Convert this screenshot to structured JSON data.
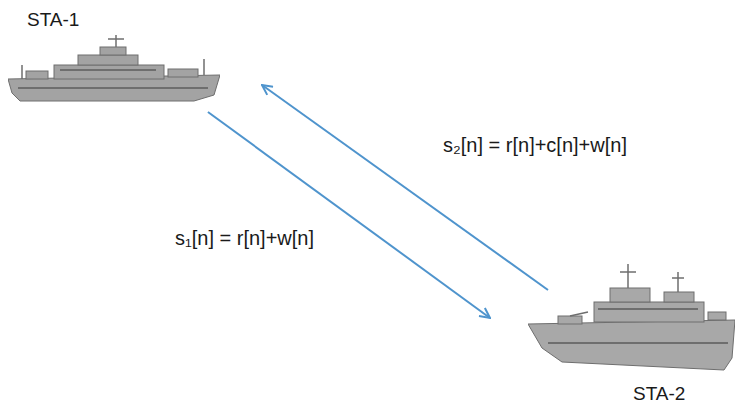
{
  "diagram": {
    "nodes": [
      {
        "text": [
          "STA-1"
        ]
      },
      {
        "text": [
          "STA-2"
        ]
      }
    ],
    "edges": [
      {
        "from": 0,
        "to": 1,
        "arrow": "to",
        "label": "s₁[n] = r[n]+w[n]"
      },
      {
        "from": 1,
        "to": 0,
        "arrow": "to",
        "label": "s₂[n] = r[n]+c[n]+w[n]"
      }
    ]
  }
}
